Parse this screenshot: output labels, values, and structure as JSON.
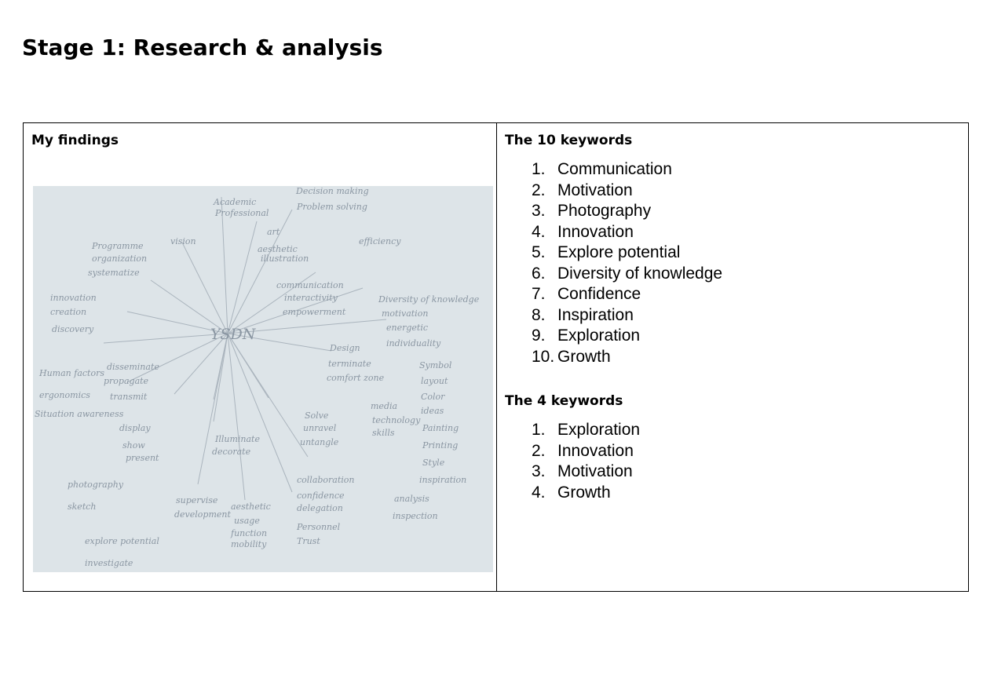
{
  "page": {
    "title": "Stage 1: Research & analysis"
  },
  "findings": {
    "heading": "My findings",
    "mindmap": {
      "center": "YSDN",
      "words": [
        "Academic",
        "Professional",
        "Decision making",
        "Problem solving",
        "vision",
        "Programme",
        "organization",
        "systematize",
        "art",
        "aesthetic",
        "illustration",
        "efficiency",
        "communication",
        "interactivity",
        "empowerment",
        "innovation",
        "creation",
        "discovery",
        "Diversity of knowledge",
        "motivation",
        "energetic",
        "individuality",
        "Design",
        "terminate",
        "comfort zone",
        "Human factors",
        "disseminate",
        "propagate",
        "transmit",
        "ergonomics",
        "Situation awareness",
        "display",
        "show",
        "present",
        "Illuminate",
        "decorate",
        "Solve",
        "unravel",
        "untangle",
        "media",
        "technology",
        "skills",
        "Symbol",
        "layout",
        "Color",
        "ideas",
        "Painting",
        "Printing",
        "Style",
        "inspiration",
        "photography",
        "sketch",
        "supervise",
        "development",
        "aesthetic",
        "usage",
        "function",
        "mobility",
        "collaboration",
        "confidence",
        "delegation",
        "Personnel",
        "Trust",
        "analysis",
        "inspection",
        "explore potential",
        "investigate"
      ]
    }
  },
  "keywords": {
    "ten_heading": "The 10 keywords",
    "ten": [
      {
        "n": "1.",
        "label": "Communication"
      },
      {
        "n": "2.",
        "label": "Motivation"
      },
      {
        "n": "3.",
        "label": "Photography"
      },
      {
        "n": "4.",
        "label": "Innovation"
      },
      {
        "n": "5.",
        "label": "Explore potential"
      },
      {
        "n": "6.",
        "label": "Diversity of knowledge"
      },
      {
        "n": "7.",
        "label": "Confidence"
      },
      {
        "n": "8.",
        "label": "Inspiration"
      },
      {
        "n": "9.",
        "label": "Exploration"
      },
      {
        "n": "10.",
        "label": "Growth"
      }
    ],
    "four_heading": "The 4 keywords",
    "four": [
      {
        "n": "1.",
        "label": "Exploration"
      },
      {
        "n": "2.",
        "label": "Innovation"
      },
      {
        "n": "3.",
        "label": "Motivation"
      },
      {
        "n": "4.",
        "label": "Growth"
      }
    ]
  }
}
